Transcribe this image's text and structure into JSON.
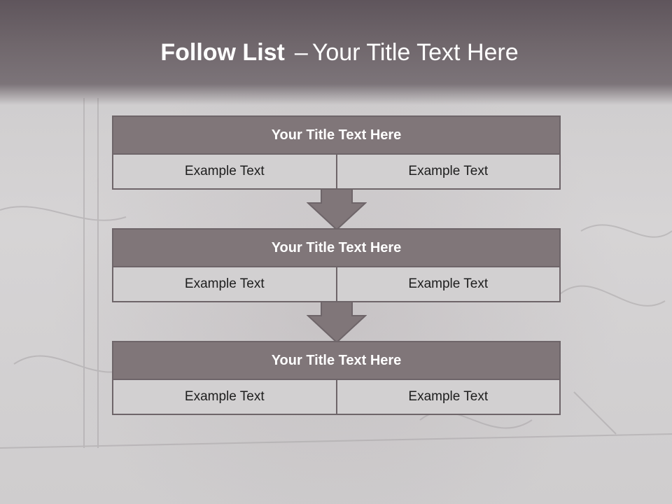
{
  "slide": {
    "title_bold": "Follow List",
    "title_separator": "–",
    "title_rest": "Your Title Text Here"
  },
  "blocks": [
    {
      "title": "Your Title Text Here",
      "left": "Example Text",
      "right": "Example Text"
    },
    {
      "title": "Your Title Text Here",
      "left": "Example Text",
      "right": "Example Text"
    },
    {
      "title": "Your Title Text Here",
      "left": "Example Text",
      "right": "Example Text"
    }
  ],
  "colors": {
    "header": "#6f666b",
    "block_title_fill": "#807679",
    "cell_fill": "#d2d0d1",
    "border": "#6e6569",
    "arrow_fill": "#807679"
  },
  "icons": [
    "down-arrow-icon"
  ]
}
